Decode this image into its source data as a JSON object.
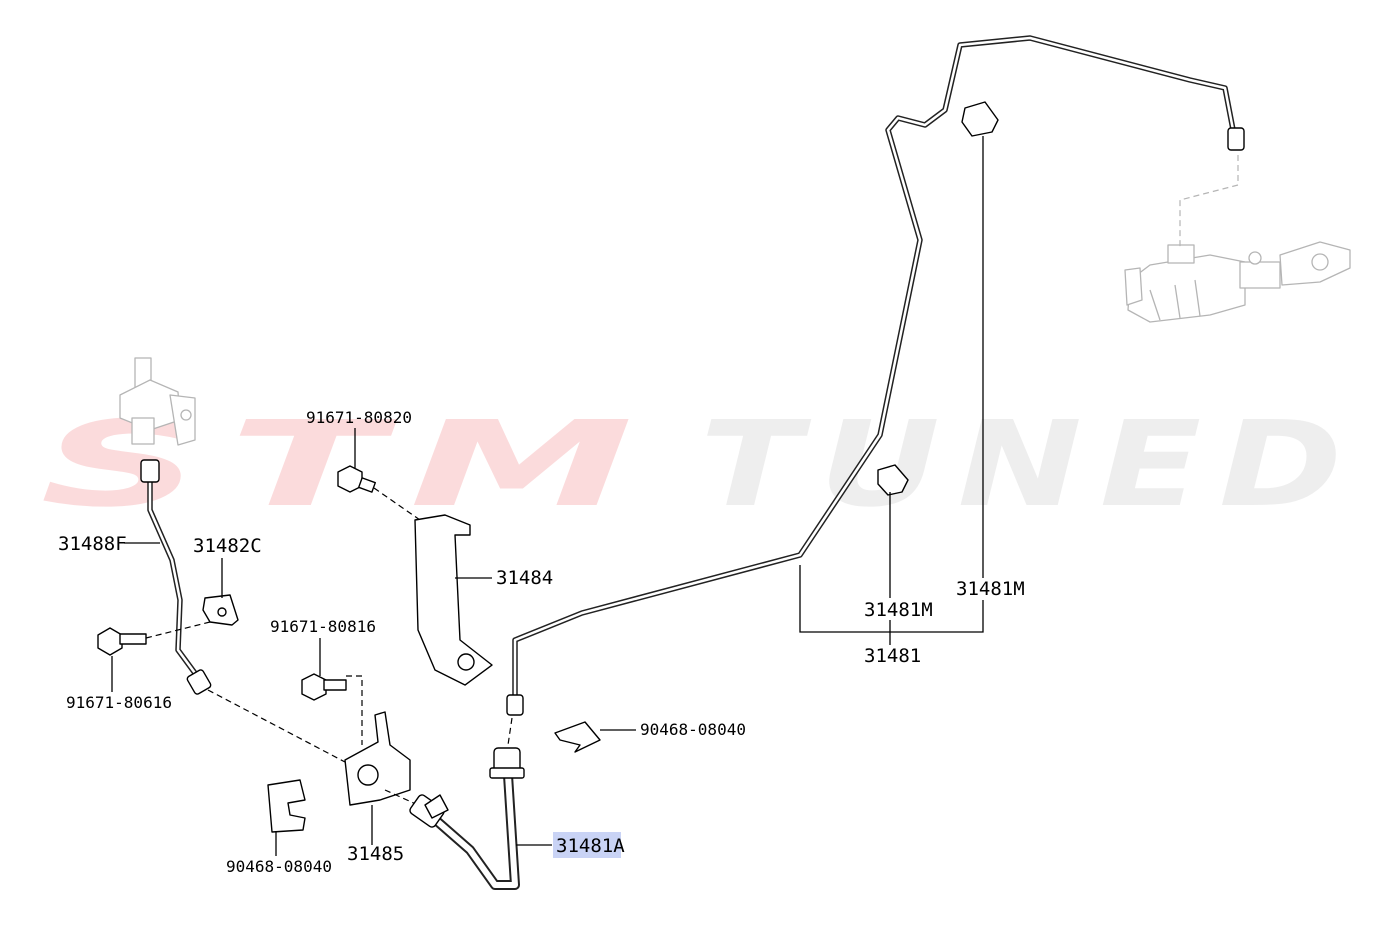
{
  "watermark": {
    "brand_left": "STM",
    "brand_right": "TUNED",
    "brand_left_color": "#e8262a",
    "brand_right_color": "#9a9a9a"
  },
  "highlight_color": "#c9d3f5",
  "labels": {
    "p31488F": "31488F",
    "p31482C": "31482C",
    "p91671_80820": "91671-80820",
    "p31484": "31484",
    "p91671_80616": "91671-80616",
    "p91671_80816": "91671-80816",
    "p90468_08040_right": "90468-08040",
    "p90468_08040_left": "90468-08040",
    "p31485": "31485",
    "p31481A": "31481A",
    "p31481M_inner": "31481M",
    "p31481M_outer": "31481M",
    "p31481": "31481"
  }
}
